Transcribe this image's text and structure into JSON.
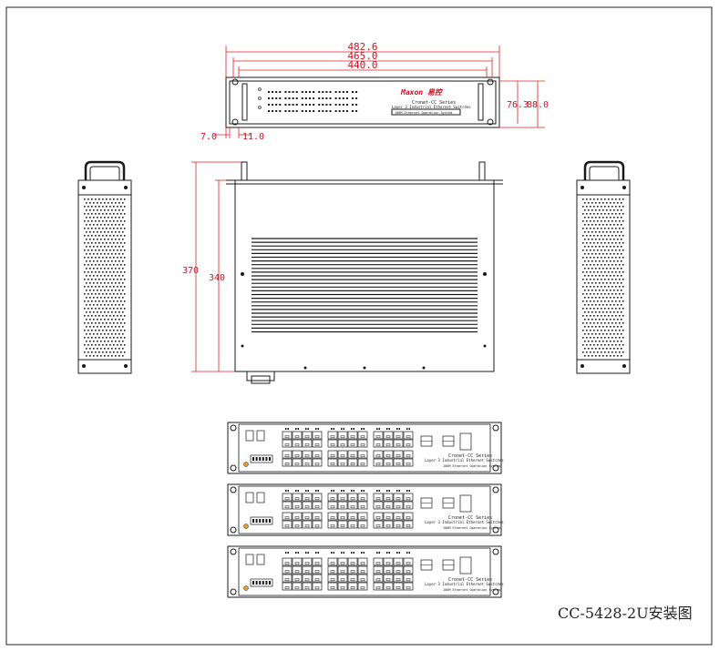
{
  "drawing": {
    "title": "CC-5428-2U安装图",
    "brand": "Maxon 易控",
    "series": "Cronet-CC Series",
    "subtitle": "Layer 3 Industrial Ethernet Switches",
    "tag": "100M Ethernet Operation System",
    "colors": {
      "line": "#1a1a1a",
      "dimension": "#e0201e",
      "dim_text": "#d0101e",
      "brand": "#c8101e"
    }
  },
  "dimensions": {
    "overall_width": "482.6",
    "hole_spacing": "465.0",
    "body_width": "440.0",
    "height_outer": "88.0",
    "height_inner": "76.3",
    "ear_offset_left": "7.0",
    "ear_offset_right": "11.0",
    "depth_total": "370",
    "depth_body": "340"
  }
}
